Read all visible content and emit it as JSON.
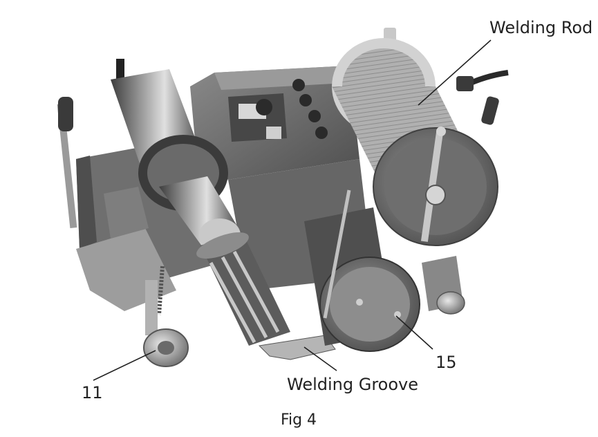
{
  "figure": {
    "caption": "Fig 4",
    "callouts": {
      "welding_rod": "Welding Rod",
      "welding_groove": "Welding Groove",
      "part_11": "11",
      "part_15": "15"
    }
  },
  "colors": {
    "background": "#ffffff",
    "machine_dark": "#5a5a5a",
    "machine_mid": "#7d7d7d",
    "machine_light": "#b8b8b8",
    "metal_highlight": "#d9d9d9",
    "leader_line": "#222222"
  }
}
